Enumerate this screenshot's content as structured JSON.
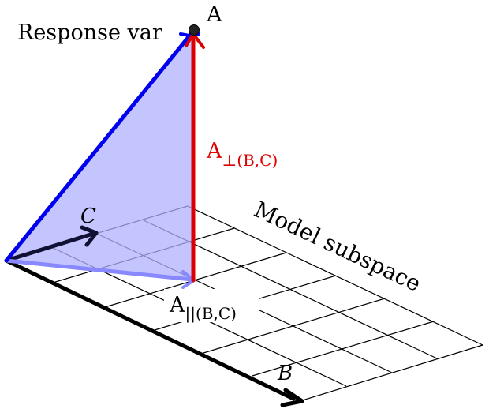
{
  "labels": {
    "point_a": "A",
    "response_var": "Response var",
    "a_perp_main": "A",
    "a_perp_sub": "⊥(B,C)",
    "a_par_main": "A",
    "a_par_sub": "||(B,C)",
    "vector_b": "B",
    "vector_c": "C",
    "model_subspace": "Model subspace"
  },
  "colors": {
    "blue": "#0000ee",
    "triangle_fill": "#b0b0ff",
    "red": "#dd0000",
    "light_blue": "#8888ff",
    "black": "#000000",
    "dark_navy": "#111133"
  }
}
